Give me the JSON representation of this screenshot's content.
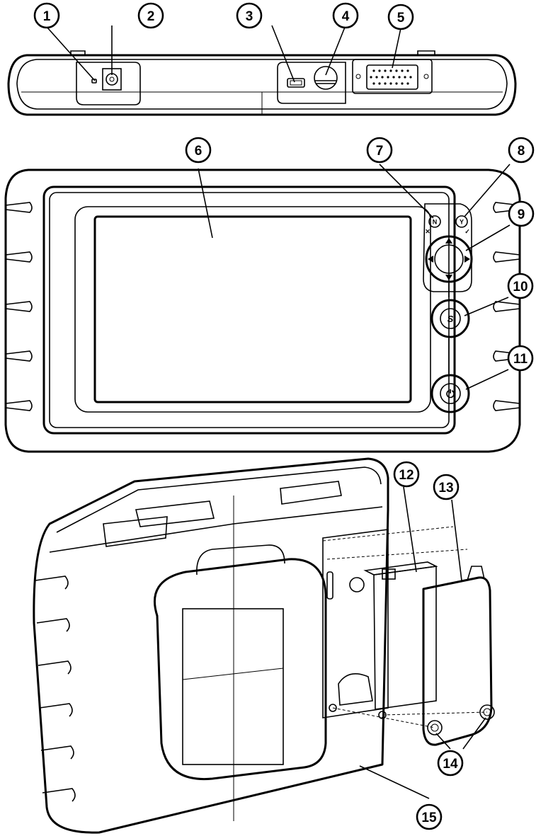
{
  "callouts": [
    {
      "id": "1"
    },
    {
      "id": "2"
    },
    {
      "id": "3"
    },
    {
      "id": "4"
    },
    {
      "id": "5"
    },
    {
      "id": "6"
    },
    {
      "id": "7"
    },
    {
      "id": "8"
    },
    {
      "id": "9"
    },
    {
      "id": "10"
    },
    {
      "id": "11"
    },
    {
      "id": "12"
    },
    {
      "id": "13"
    },
    {
      "id": "14"
    },
    {
      "id": "15"
    }
  ],
  "buttons": {
    "n_label": "N",
    "y_label": "Y",
    "n_mark": "✕",
    "y_mark": "✓",
    "s_label": "S",
    "power_label": "⏻"
  }
}
